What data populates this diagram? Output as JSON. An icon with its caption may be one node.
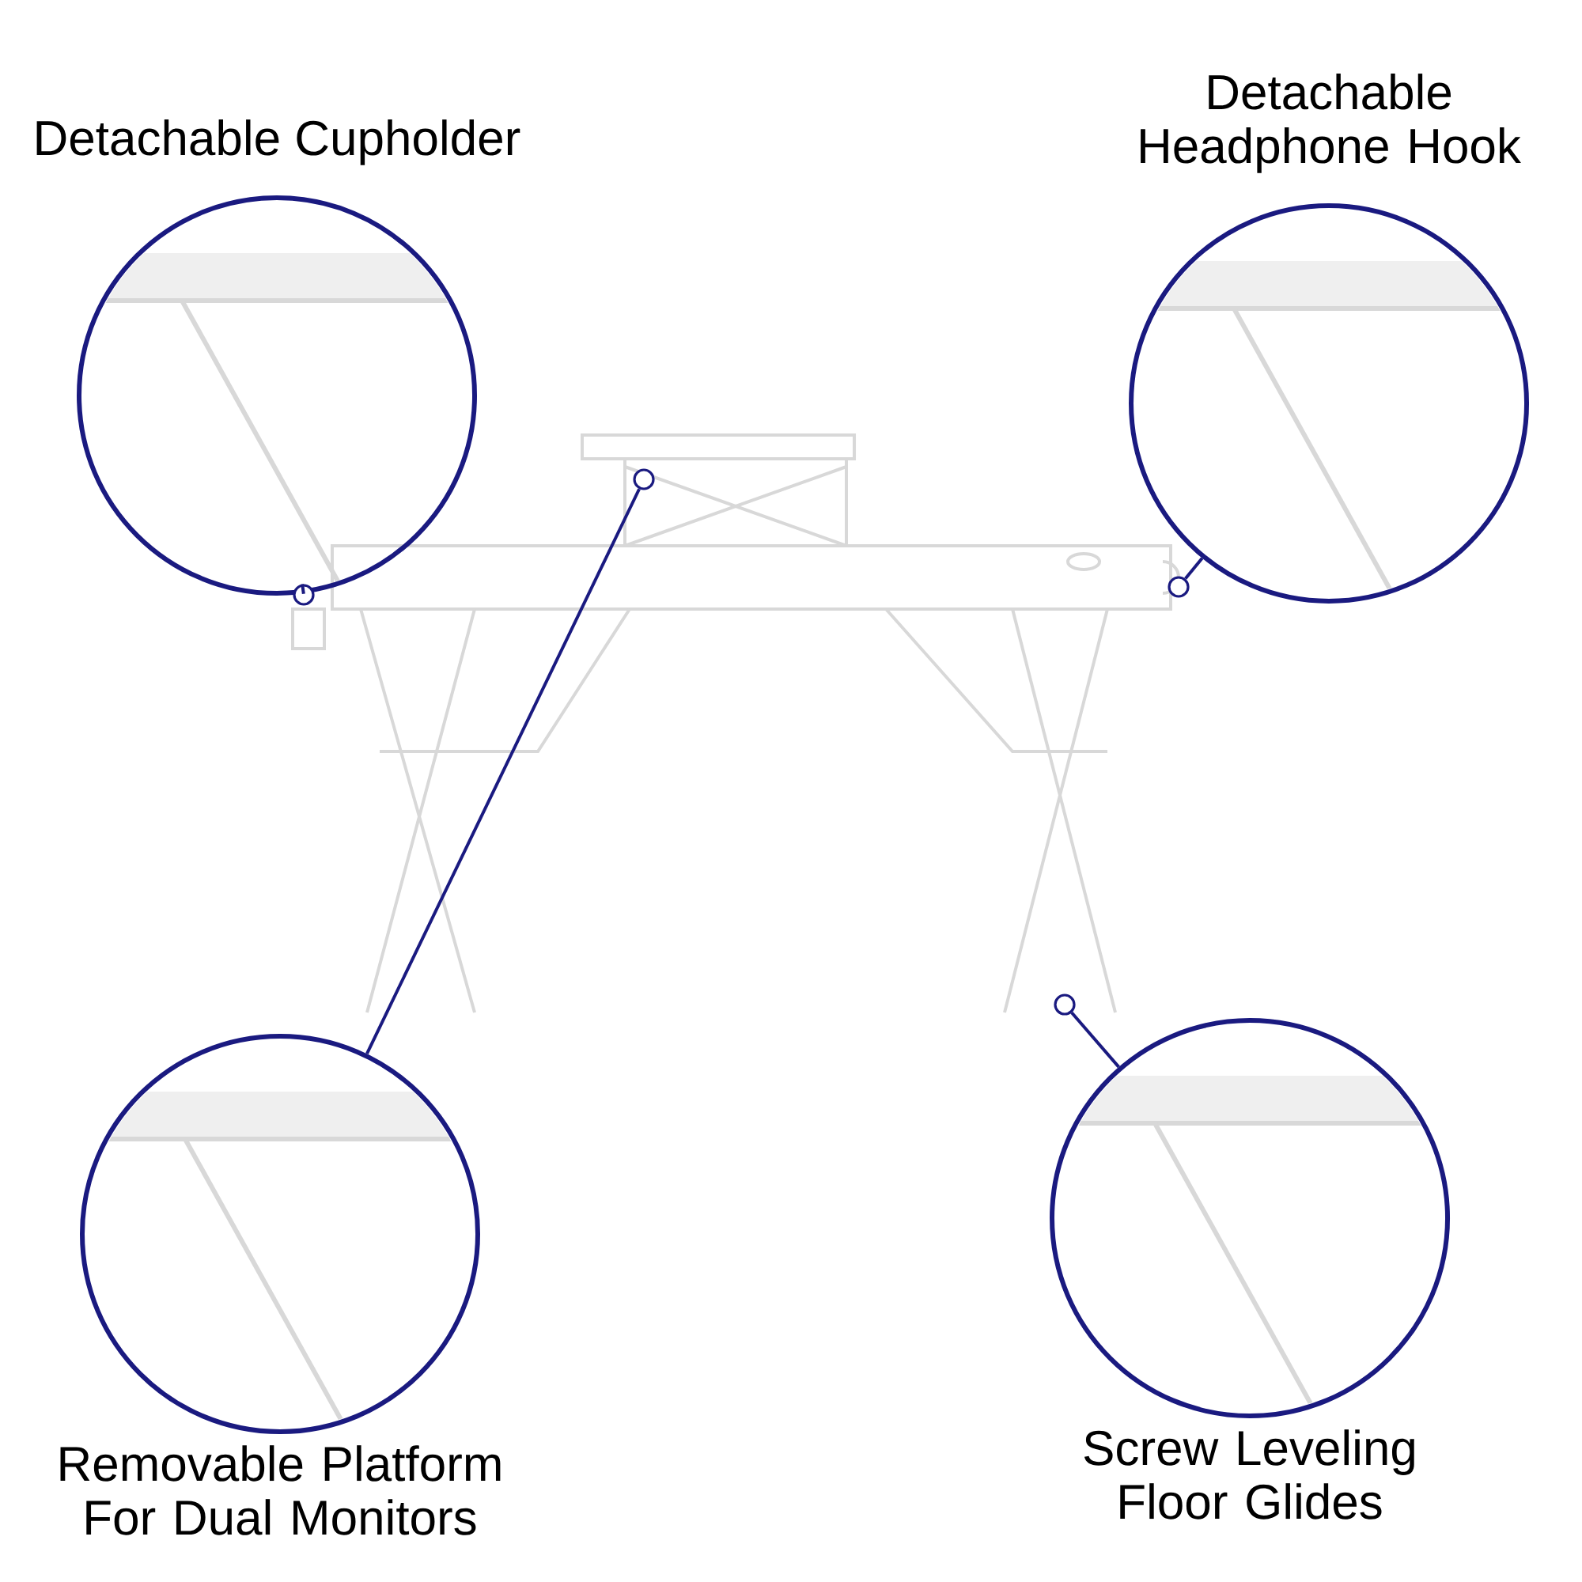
{
  "diagram": {
    "nodes": [
      {
        "text": [
          "Detachable Cupholder"
        ]
      },
      {
        "text": [
          "Detachable Headphone Hook"
        ]
      },
      {
        "text": [
          "Removable Platform For Dual Monitors"
        ]
      },
      {
        "text": [
          "Screw Leveling Floor Glides"
        ]
      },
      {
        "text": [],
        "shape": "circle"
      },
      {
        "text": [],
        "shape": "circle"
      },
      {
        "text": [],
        "shape": "circle"
      },
      {
        "text": [],
        "shape": "circle"
      }
    ],
    "edges": [
      {
        "from": 0,
        "to": 4,
        "arrow": "none"
      },
      {
        "from": 1,
        "to": 5,
        "arrow": "none"
      },
      {
        "from": 2,
        "to": 6,
        "arrow": "none"
      },
      {
        "from": 3,
        "to": 7,
        "arrow": "none"
      }
    ]
  }
}
